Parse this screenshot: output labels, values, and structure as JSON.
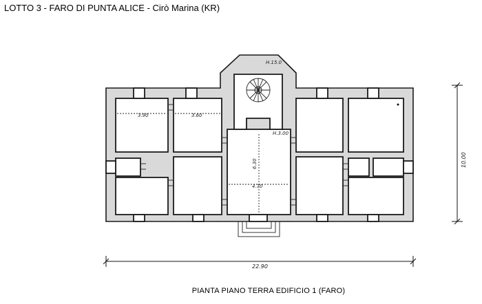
{
  "title": "LOTTO 3 - FARO DI PUNTA ALICE - Cirò Marina (KR)",
  "caption": "PIANTA PIANO TERRA EDIFICIO 1 (FARO)",
  "dimensions": {
    "total_width": "22.90",
    "total_depth": "10.00",
    "room_1": "3.90",
    "room_2": "3.60",
    "central_width": "4.70",
    "central_depth": "6.30",
    "elevation": "H.3.00",
    "tower_note": "H.15.0"
  }
}
